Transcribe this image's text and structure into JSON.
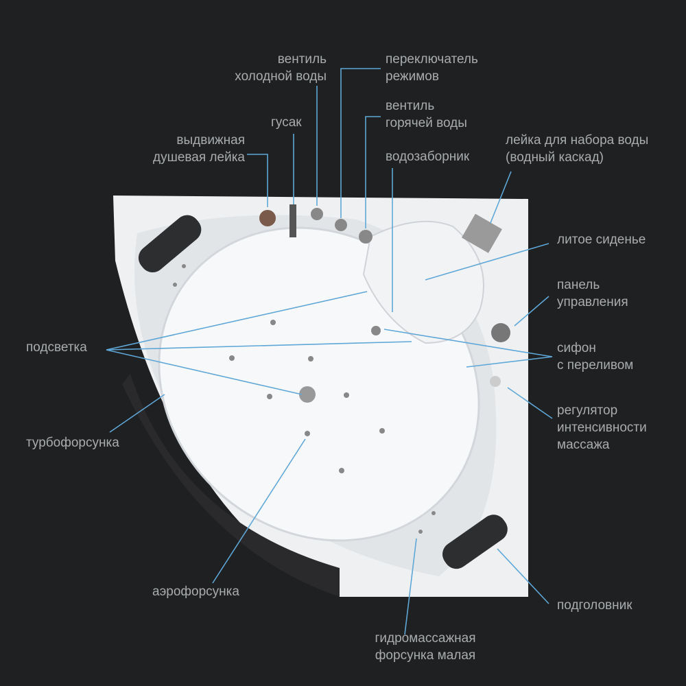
{
  "labels": {
    "cold_valve": [
      "вентиль",
      "холодной воды"
    ],
    "mode_switch": [
      "переключатель",
      "режимов"
    ],
    "spout": [
      "гусак"
    ],
    "hot_valve": [
      "вентиль",
      "горячей воды"
    ],
    "shower": [
      "выдвижная",
      "душевая лейка"
    ],
    "intake": [
      "водозаборник"
    ],
    "cascade": [
      "лейка для набора воды",
      "(водный каскад)"
    ],
    "seat": [
      "литое сиденье"
    ],
    "panel": [
      "панель",
      "управления"
    ],
    "lighting": [
      "подсветка"
    ],
    "siphon": [
      "сифон",
      "с переливом"
    ],
    "turbo": [
      "турбофорсунка"
    ],
    "regulator": [
      "регулятор",
      "интенсивности",
      "массажа"
    ],
    "aero": [
      "аэрофорсунка"
    ],
    "headrest": [
      "подголовник"
    ],
    "hydro": [
      "гидромассажная",
      "форсунка малая"
    ]
  },
  "colors": {
    "background": "#1f2021",
    "text": "#a9acae",
    "leader": "#5ea7d8"
  }
}
